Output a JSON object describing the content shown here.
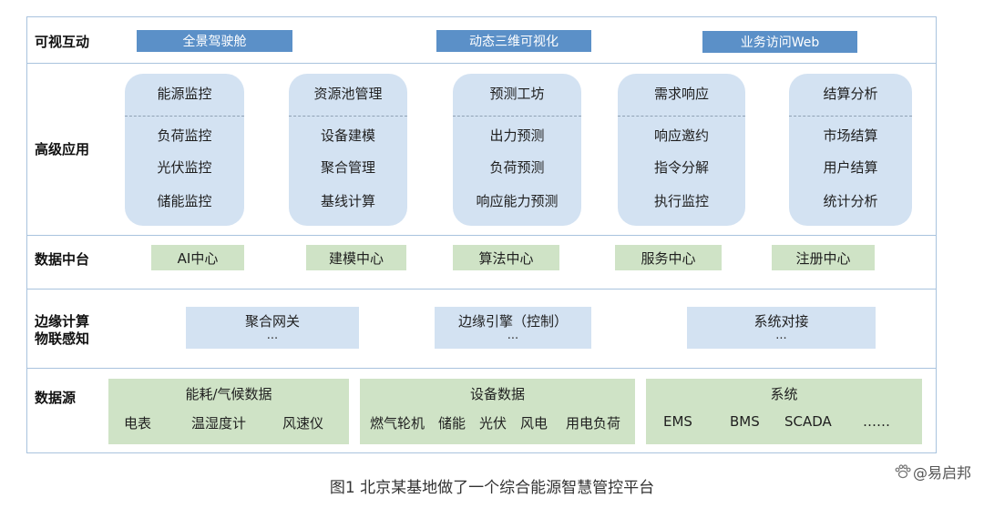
{
  "rows": {
    "interaction": "可视互动",
    "apps": "高级应用",
    "data_center": "数据中台",
    "edge_line1": "边缘计算",
    "edge_line2": "物联感知",
    "sources": "数据源"
  },
  "interaction_buttons": [
    "全景驾驶舱",
    "动态三维可视化",
    "业务访问Web"
  ],
  "applications": [
    {
      "head": "能源监控",
      "items": [
        "负荷监控",
        "光伏监控",
        "储能监控"
      ]
    },
    {
      "head": "资源池管理",
      "items": [
        "设备建模",
        "聚合管理",
        "基线计算"
      ]
    },
    {
      "head": "预测工坊",
      "items": [
        "出力预测",
        "负荷预测",
        "响应能力预测"
      ]
    },
    {
      "head": "需求响应",
      "items": [
        "响应邀约",
        "指令分解",
        "执行监控"
      ]
    },
    {
      "head": "结算分析",
      "items": [
        "市场结算",
        "用户结算",
        "统计分析"
      ]
    }
  ],
  "data_center_items": [
    "AI中心",
    "建模中心",
    "算法中心",
    "服务中心",
    "注册中心"
  ],
  "edge_items": [
    {
      "title": "聚合网关",
      "more": "..."
    },
    {
      "title": "边缘引擎（控制）",
      "more": "..."
    },
    {
      "title": "系统对接",
      "more": "..."
    }
  ],
  "data_sources": [
    {
      "title": "能耗/气候数据",
      "items": [
        "电表",
        "温湿度计",
        "风速仪"
      ]
    },
    {
      "title": "设备数据",
      "items": [
        "燃气轮机",
        "储能",
        "光伏",
        "风电",
        "用电负荷"
      ]
    },
    {
      "title": "系统",
      "items": [
        "EMS",
        "BMS",
        "SCADA",
        "……"
      ]
    }
  ],
  "caption": "图1  北京某基地做了一个综合能源智慧管控平台",
  "watermark": "@易启邦",
  "colors": {
    "border": "#a9c3de",
    "button_blue": "#5b90c8",
    "card_blue": "#d3e2f2",
    "box_green": "#cfe3c6"
  }
}
